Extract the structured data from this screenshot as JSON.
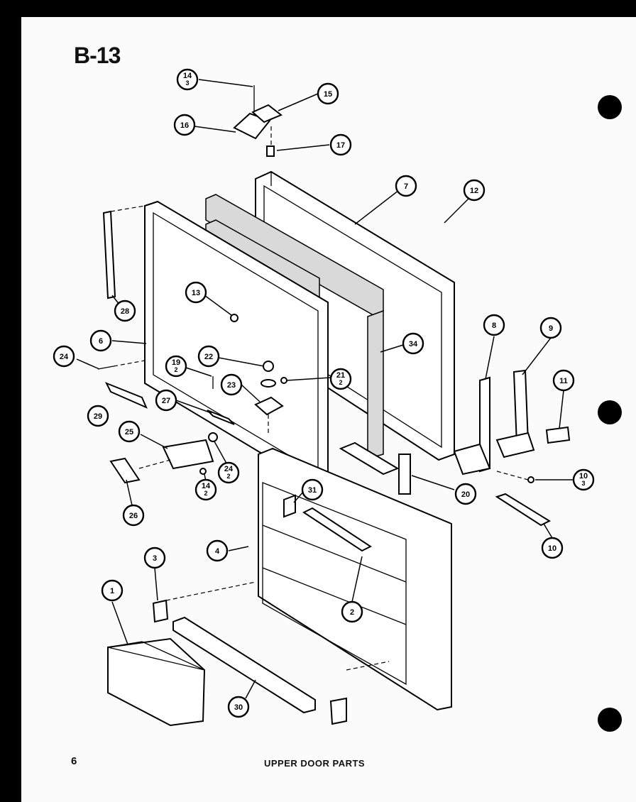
{
  "page": {
    "title": "B-13",
    "page_number": "6",
    "caption": "UPPER DOOR PARTS"
  },
  "callouts": [
    {
      "id": "c1",
      "label": "1"
    },
    {
      "id": "c2",
      "label": "2"
    },
    {
      "id": "c3",
      "label": "3"
    },
    {
      "id": "c4",
      "label": "4"
    },
    {
      "id": "c6",
      "label": "6"
    },
    {
      "id": "c7",
      "label": "7"
    },
    {
      "id": "c8",
      "label": "8"
    },
    {
      "id": "c9",
      "label": "9"
    },
    {
      "id": "c10a",
      "label": "10",
      "sub": "3"
    },
    {
      "id": "c10b",
      "label": "10"
    },
    {
      "id": "c11",
      "label": "11"
    },
    {
      "id": "c12",
      "label": "12"
    },
    {
      "id": "c13",
      "label": "13"
    },
    {
      "id": "c14a",
      "label": "14",
      "sub": "3"
    },
    {
      "id": "c14b",
      "label": "14",
      "sub": "2"
    },
    {
      "id": "c15",
      "label": "15"
    },
    {
      "id": "c16",
      "label": "16"
    },
    {
      "id": "c17",
      "label": "17"
    },
    {
      "id": "c19",
      "label": "19",
      "sub": "2"
    },
    {
      "id": "c20",
      "label": "20"
    },
    {
      "id": "c21",
      "label": "21",
      "sub": "2"
    },
    {
      "id": "c22",
      "label": "22"
    },
    {
      "id": "c23",
      "label": "23"
    },
    {
      "id": "c24a",
      "label": "24"
    },
    {
      "id": "c24b",
      "label": "24",
      "sub": "2"
    },
    {
      "id": "c25",
      "label": "25"
    },
    {
      "id": "c26",
      "label": "26"
    },
    {
      "id": "c27",
      "label": "27"
    },
    {
      "id": "c28",
      "label": "28"
    },
    {
      "id": "c29",
      "label": "29"
    },
    {
      "id": "c30",
      "label": "30"
    },
    {
      "id": "c31",
      "label": "31"
    },
    {
      "id": "c34",
      "label": "34"
    }
  ]
}
